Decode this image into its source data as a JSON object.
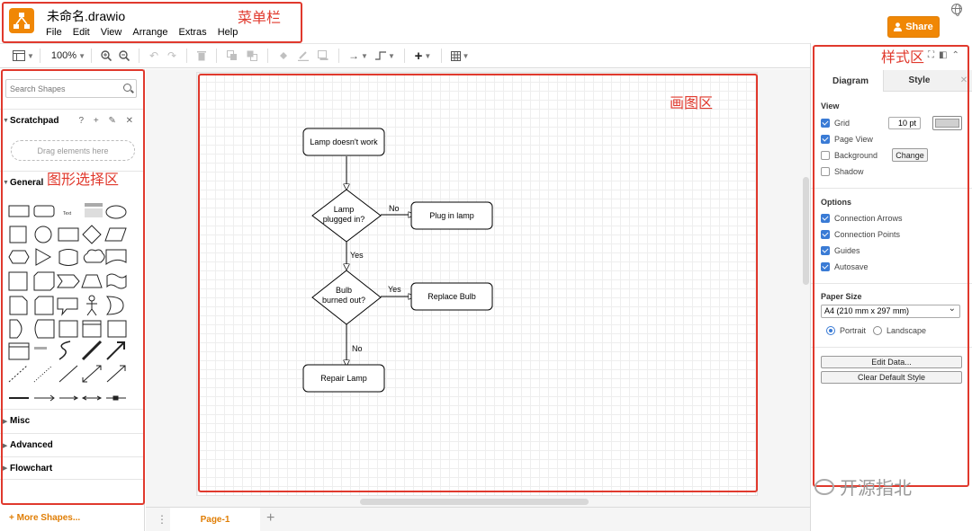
{
  "header": {
    "doc_title": "未命名.drawio",
    "menu": [
      "File",
      "Edit",
      "View",
      "Arrange",
      "Extras",
      "Help"
    ],
    "share_label": "Share"
  },
  "toolbar": {
    "zoom": "100%"
  },
  "left_panel": {
    "search_placeholder": "Search Shapes",
    "scratchpad_title": "Scratchpad",
    "scratchpad_tools": "? + ✎ ✕",
    "drop_hint": "Drag elements here",
    "general_title": "General",
    "sections": [
      "Misc",
      "Advanced",
      "Flowchart"
    ],
    "more_shapes": "+ More Shapes..."
  },
  "canvas": {
    "nodes": {
      "start": "Lamp doesn't work",
      "decision1_line1": "Lamp",
      "decision1_line2": "plugged in?",
      "action1": "Plug in lamp",
      "decision2_line1": "Bulb",
      "decision2_line2": "burned out?",
      "action2": "Replace Bulb",
      "end": "Repair Lamp"
    },
    "edges": {
      "no1": "No",
      "yes1": "Yes",
      "yes2": "Yes",
      "no2": "No"
    }
  },
  "tabs": {
    "active": "Page-1"
  },
  "right_panel": {
    "tabs": [
      "Diagram",
      "Style"
    ],
    "view_title": "View",
    "grid_label": "Grid",
    "grid_size": "10 pt",
    "page_view_label": "Page View",
    "background_label": "Background",
    "change_label": "Change",
    "shadow_label": "Shadow",
    "options_title": "Options",
    "options": [
      "Connection Arrows",
      "Connection Points",
      "Guides",
      "Autosave"
    ],
    "paper_title": "Paper Size",
    "paper_value": "A4 (210 mm x 297 mm)",
    "portrait_label": "Portrait",
    "landscape_label": "Landscape",
    "edit_data_label": "Edit Data...",
    "clear_style_label": "Clear Default Style"
  },
  "annotations": {
    "menu_area": "菜单栏",
    "shape_area": "图形选择区",
    "canvas_area": "画图区",
    "style_area": "样式区"
  },
  "watermark": "开源指北",
  "colors": {
    "accent": "#f08705",
    "annotation": "#e0392d",
    "checkbox": "#3a7bd5"
  }
}
